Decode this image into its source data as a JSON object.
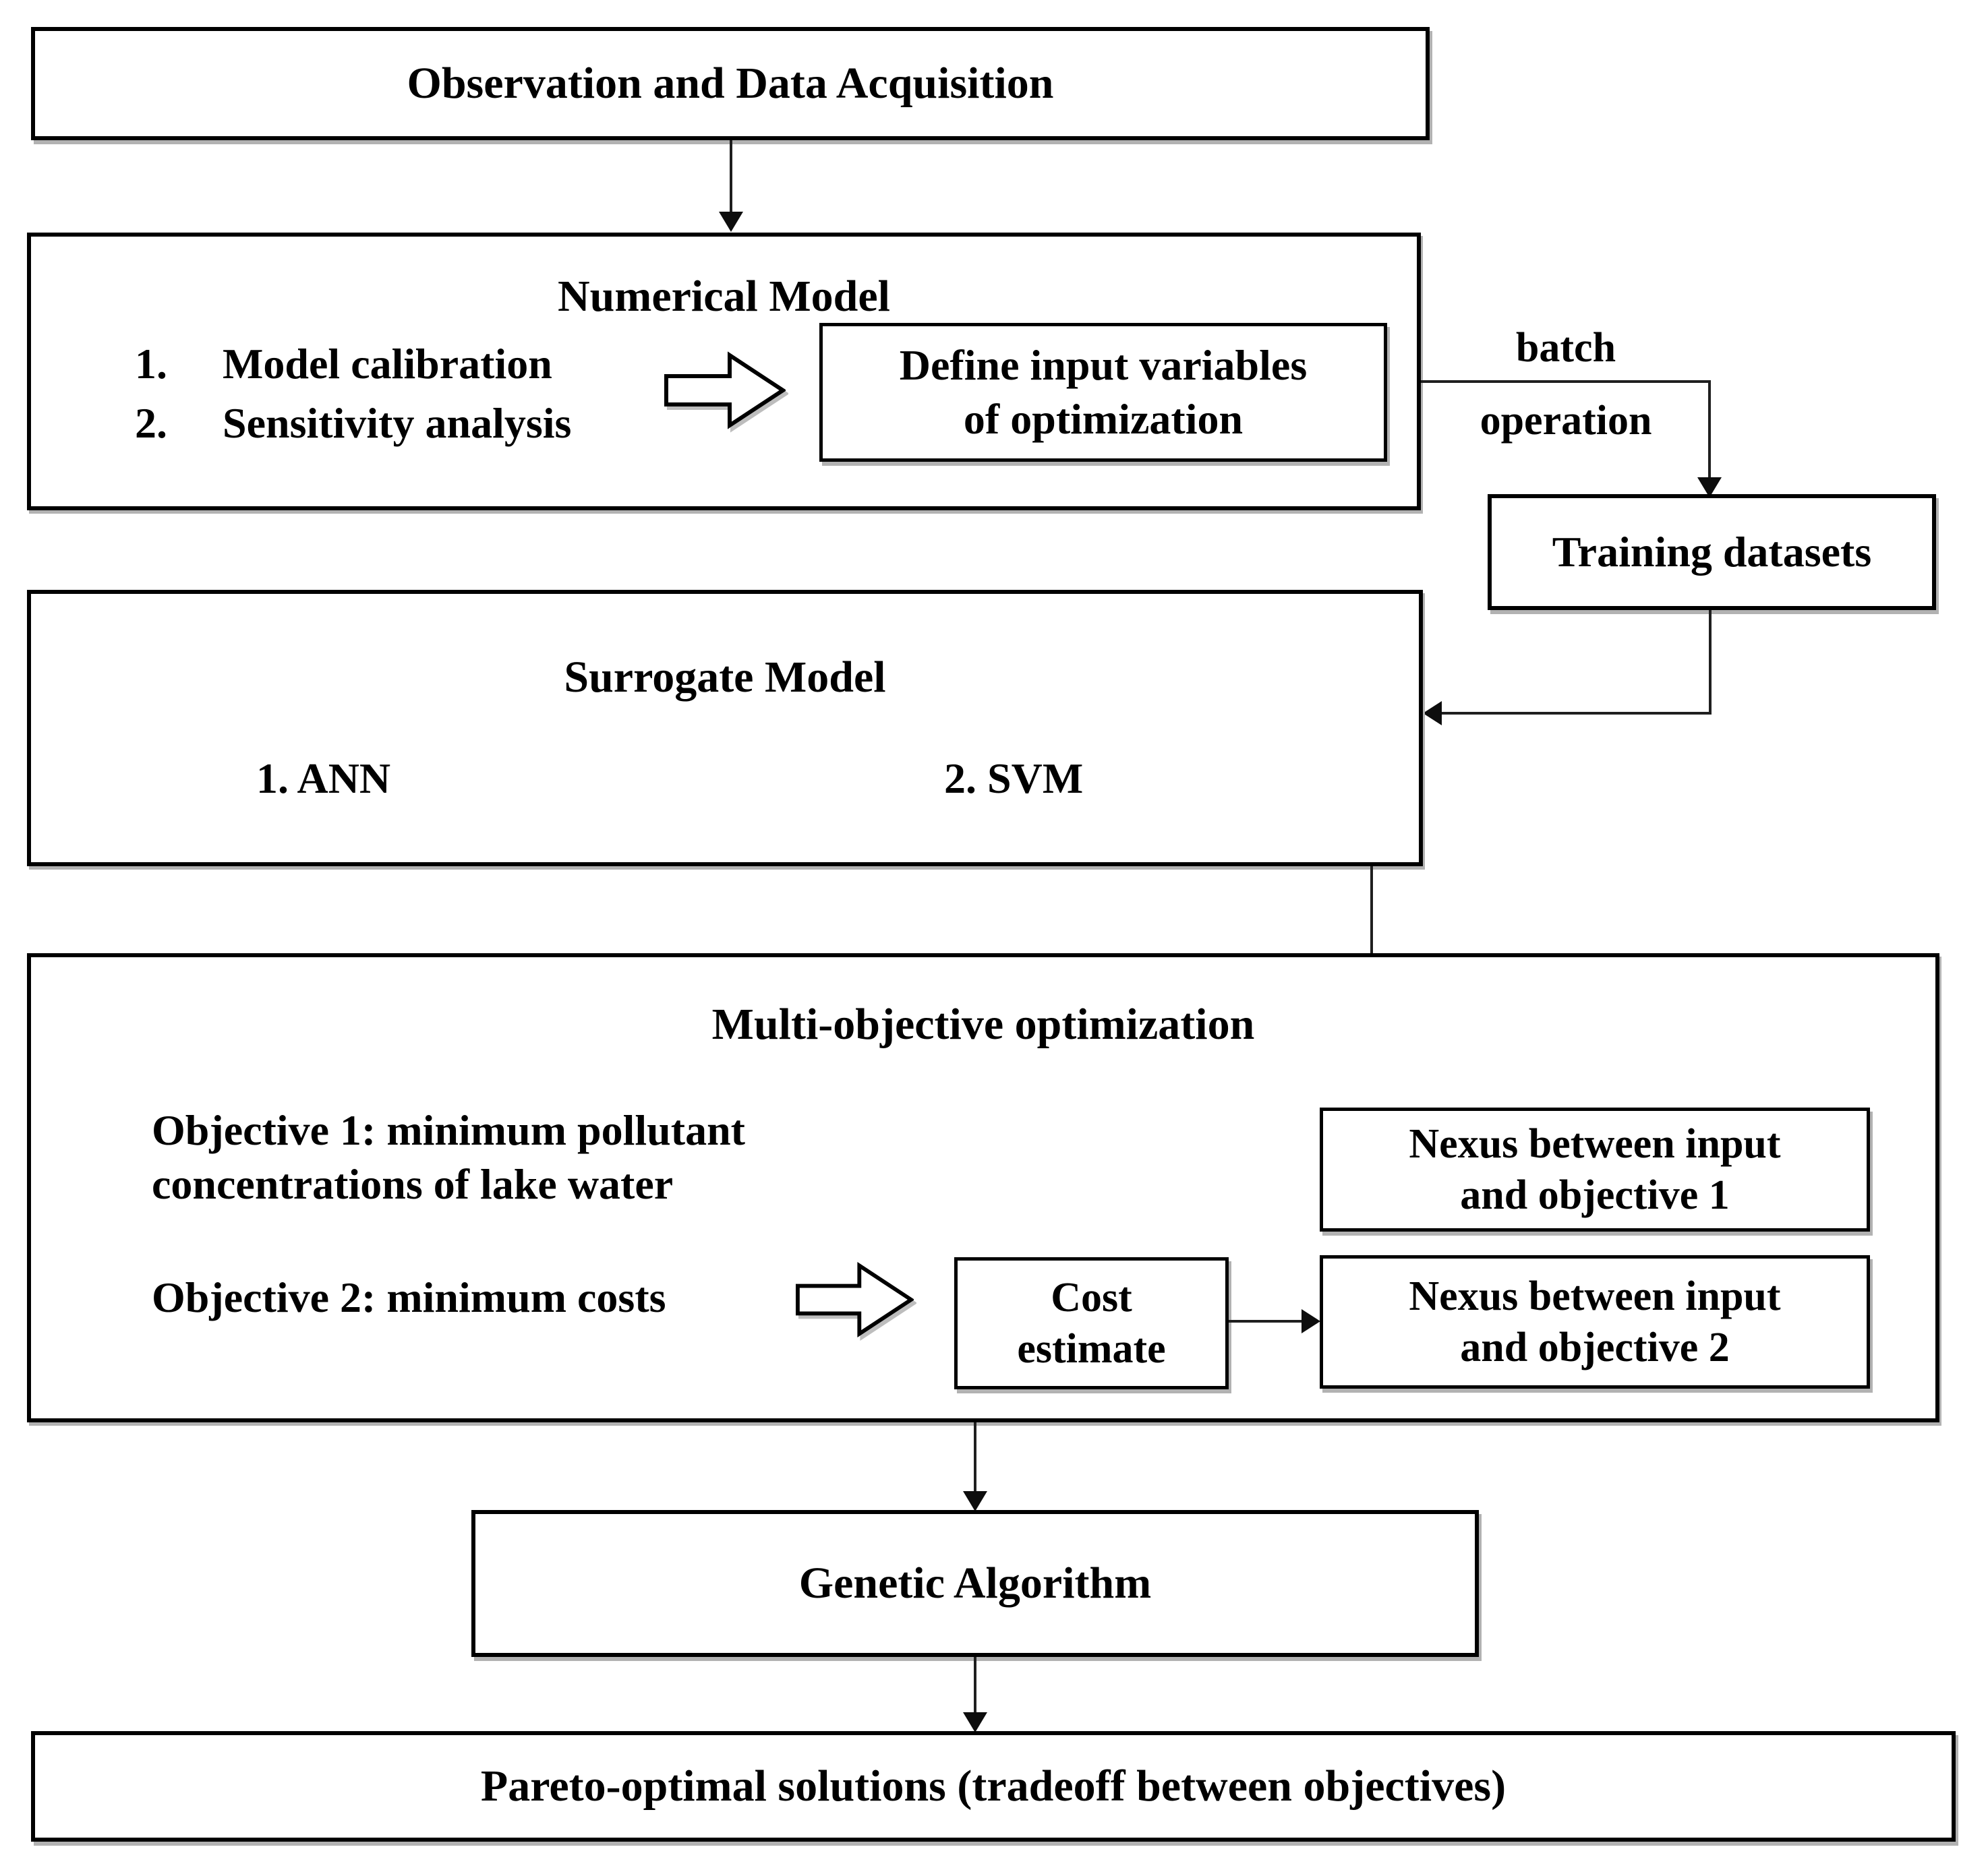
{
  "figure": {
    "colors": {
      "background": "#ffffff",
      "border": "#000000",
      "text": "#000000",
      "line": "#1f1f1f"
    },
    "observation_box": {
      "label": "Observation and Data Acquisition"
    },
    "numerical_model_box": {
      "title": "Numerical Model",
      "item1_num": "1.",
      "item1_text": "Model calibration",
      "item2_num": "2.",
      "item2_text": "Sensitivity analysis",
      "define_box_line1": "Define input variables",
      "define_box_line2": "of optimization"
    },
    "batch_label": {
      "line1": "batch",
      "line2": "operation"
    },
    "training_box": {
      "label": "Training datasets"
    },
    "surrogate_box": {
      "title": "Surrogate Model",
      "item1": "1. ANN",
      "item2": "2. SVM"
    },
    "multi_objective_box": {
      "title": "Multi-objective optimization",
      "objective1_line1": "Objective 1: minimum pollutant",
      "objective1_line2": "concentrations of lake water",
      "objective2": "Objective 2: minimum costs",
      "cost_box_line1": "Cost",
      "cost_box_line2": "estimate",
      "nexus1_line1": "Nexus between input",
      "nexus1_line2": "and objective 1",
      "nexus2_line1": "Nexus between input",
      "nexus2_line2": "and objective 2"
    },
    "genetic_box": {
      "label": "Genetic Algorithm"
    },
    "pareto_box": {
      "label": "Pareto-optimal solutions (tradeoff between objectives)"
    }
  }
}
